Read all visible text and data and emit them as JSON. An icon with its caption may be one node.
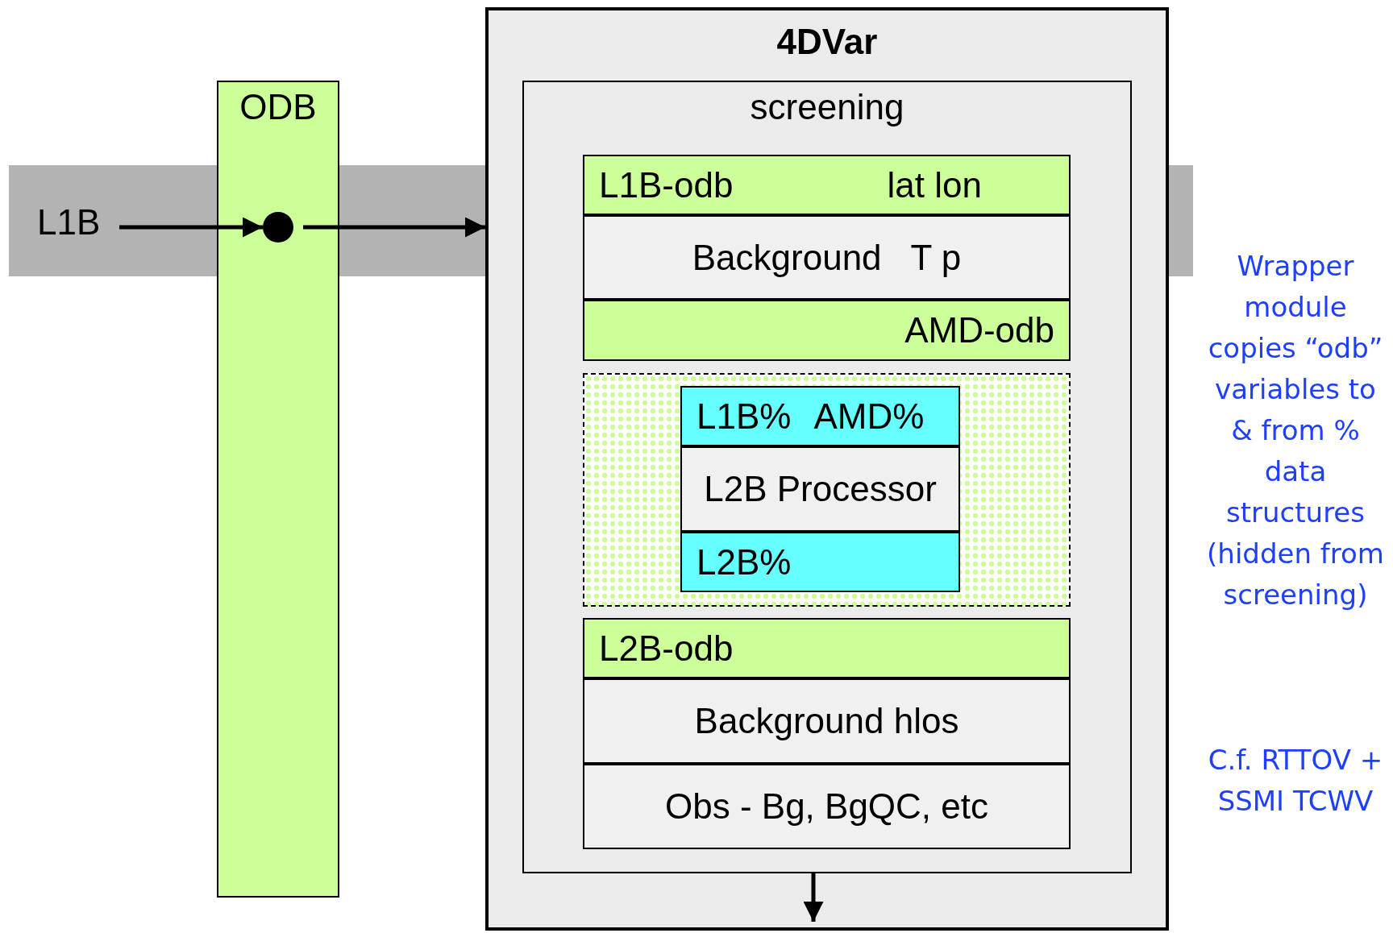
{
  "diagram": {
    "nodes": [
      {
        "text": [
          "L1B"
        ]
      },
      {
        "text": [
          "ODB"
        ]
      },
      {
        "text": [],
        "shape": "circle",
        "in": 1
      },
      {
        "text": [
          "4DVar"
        ]
      },
      {
        "text": [
          "screening"
        ],
        "in": 3
      },
      {
        "text": [
          "L1B-odb",
          "lat lon"
        ],
        "in": 4
      },
      {
        "text": [
          "Background   T p"
        ],
        "in": 4
      },
      {
        "text": [
          "AMD-odb"
        ],
        "in": 4
      },
      {
        "text": [],
        "shape": "box",
        "in": 4
      },
      {
        "text": [
          "L1B%",
          "AMD%"
        ],
        "in": 8
      },
      {
        "text": [
          "L2B Processor"
        ],
        "in": 8
      },
      {
        "text": [
          "L2B%"
        ],
        "in": 8
      },
      {
        "text": [
          "L2B-odb"
        ],
        "in": 4
      },
      {
        "text": [
          "Background hlos"
        ],
        "in": 4
      },
      {
        "text": [
          "Obs - Bg, BgQC, etc"
        ],
        "in": 4
      }
    ],
    "edges": [
      {
        "from": 0,
        "to": 2,
        "arrow": "to"
      },
      {
        "from": 2,
        "to": 3,
        "arrow": "to"
      },
      {
        "from": 4,
        "to": null,
        "arrow": "to"
      }
    ],
    "labels": [
      "Wrapper module copies “odb” variables to & from % data structures (hidden from screening)",
      "C.f. RTTOV + SSMI TCWV"
    ]
  }
}
